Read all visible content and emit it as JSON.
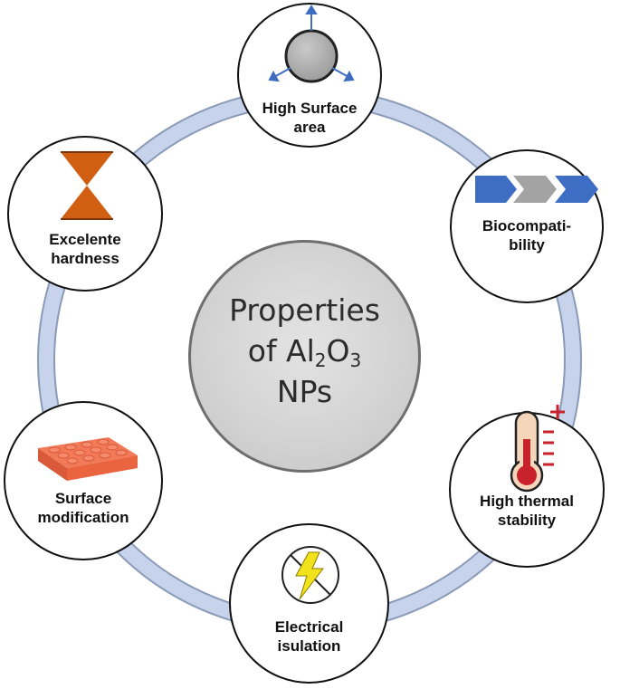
{
  "center": {
    "line1": "Properties",
    "line2_prefix": "of Al",
    "sub1": "2",
    "line2_mid": "O",
    "sub2": "3",
    "line3": "NPs"
  },
  "nodes": [
    {
      "id": "surface-area",
      "icon": "sphere-with-arrows-icon",
      "lines": [
        "High Surface",
        "area"
      ]
    },
    {
      "id": "biocompatibility",
      "icon": "chevron-arrows-icon",
      "lines": [
        "Biocompati-",
        "bility"
      ]
    },
    {
      "id": "thermal-stability",
      "icon": "thermometer-icon",
      "lines": [
        "High thermal",
        "stability"
      ]
    },
    {
      "id": "electrical-insulation",
      "icon": "no-electricity-icon",
      "lines": [
        "Electrical",
        "isulation"
      ]
    },
    {
      "id": "surface-modification",
      "icon": "lego-brick-icon",
      "lines": [
        "Surface",
        "modification"
      ]
    },
    {
      "id": "hardness",
      "icon": "hourglass-icon",
      "lines": [
        "Excelente",
        "hardness"
      ]
    }
  ],
  "colors": {
    "ring": "#c7d3ea",
    "ring_border": "#8a9ab8",
    "arrow_blue": "#3f6ec0",
    "chevron_blue": "#3e6ec4",
    "chevron_gray": "#a3a3a3",
    "hourglass_orange": "#d15f12",
    "brick_orange": "#f0714e",
    "thermo_red": "#c8232c",
    "bolt_yellow": "#f2e21b"
  }
}
